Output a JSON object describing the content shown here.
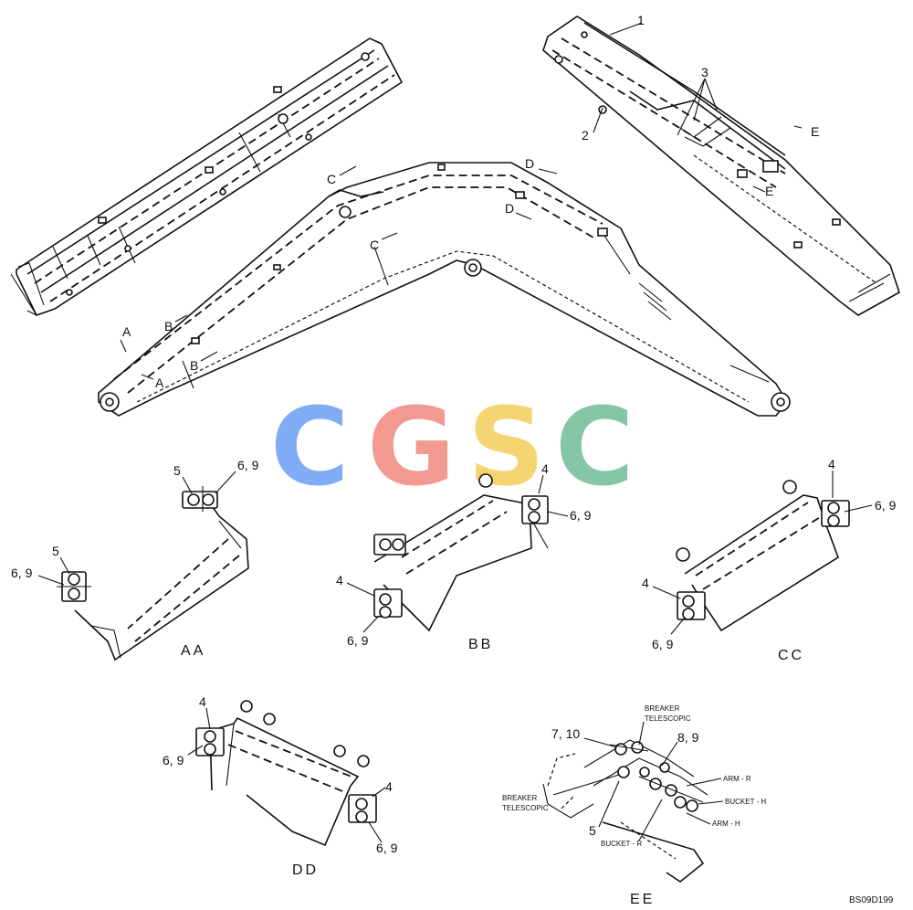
{
  "watermark": {
    "letters": [
      "C",
      "G",
      "S",
      "C"
    ],
    "colors": [
      "#7aa8f5",
      "#f2958a",
      "#f5d36a",
      "#7fc4a2"
    ]
  },
  "overview_labels": {
    "part_1": "1",
    "part_2": "2",
    "part_3": "3",
    "view_a_1": "A",
    "view_a_2": "A",
    "view_b_1": "B",
    "view_b_2": "B",
    "view_c_1": "C",
    "view_c_2": "C",
    "view_d_1": "D",
    "view_d_2": "D",
    "view_e_1": "E",
    "view_e_2": "E"
  },
  "details": {
    "aa": {
      "title": "AA",
      "callouts": [
        "5",
        "6, 9",
        "5",
        "6, 9"
      ]
    },
    "bb": {
      "title": "BB",
      "callouts": [
        "4",
        "6, 9",
        "4",
        "6, 9"
      ]
    },
    "cc": {
      "title": "CC",
      "callouts": [
        "4",
        "6, 9",
        "4",
        "6, 9"
      ]
    },
    "dd": {
      "title": "DD",
      "callouts": [
        "4",
        "6, 9",
        "4",
        "6, 9"
      ]
    },
    "ee": {
      "title": "EE",
      "breaker_top": "BREAKER\nTELESCOPIC",
      "breaker_top_line1": "BREAKER",
      "breaker_top_line2": "TELESCOPIC",
      "breaker_left_line1": "BREAKER",
      "breaker_left_line2": "TELESCOPIC",
      "callout_7_10": "7, 10",
      "callout_8_9": "8, 9",
      "callout_5": "5",
      "arm_r": "ARM - R",
      "bucket_h": "BUCKET - H",
      "arm_h": "ARM - H",
      "bucket_r": "BUCKET - R"
    }
  },
  "figure_code": "BS09D199"
}
